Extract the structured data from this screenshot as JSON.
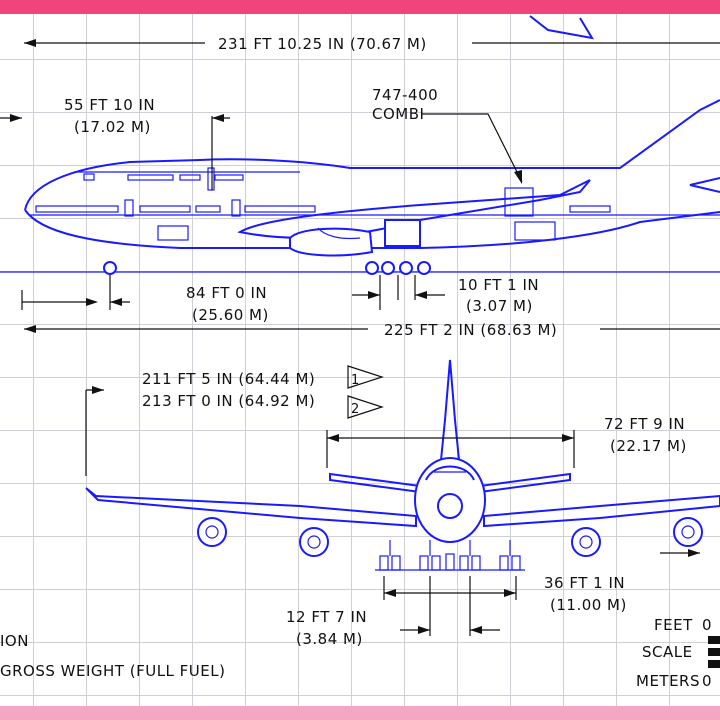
{
  "labels": {
    "overall_length": "231 FT 10.25 IN (70.67 M)",
    "upper_dim_ft": "55 FT 10 IN",
    "upper_dim_m": "(17.02 M)",
    "model_line1": "747-400",
    "model_line2": "COMBI",
    "wheelbase_ft": "84 FT 0 IN",
    "wheelbase_m": "(25.60 M)",
    "gear_ft": "10 FT 1 IN",
    "gear_m": "(3.07 M)",
    "fuselage_length": "225 FT 2 IN (68.63 M)",
    "span1": "211 FT 5 IN (64.44 M)",
    "span2": "213 FT 0 IN (64.92 M)",
    "note1": "1",
    "note2": "2",
    "stab_ft": "72 FT 9 IN",
    "stab_m": "(22.17 M)",
    "track_ft": "36 FT 1 IN",
    "track_m": "(11.00 M)",
    "nose_ft": "12 FT 7 IN",
    "nose_m": "(3.84 M)",
    "legend_feet": "FEET",
    "legend_feet_zero": "0",
    "legend_scale": "SCALE",
    "legend_meters": "METERS",
    "legend_meters_zero": "0",
    "footnote1": "ION",
    "footnote2": "GROSS WEIGHT (FULL FUEL)"
  },
  "colors": {
    "accent": "#f0447c",
    "drawing": "#1a1aff",
    "grid": "#cfcfd6"
  }
}
